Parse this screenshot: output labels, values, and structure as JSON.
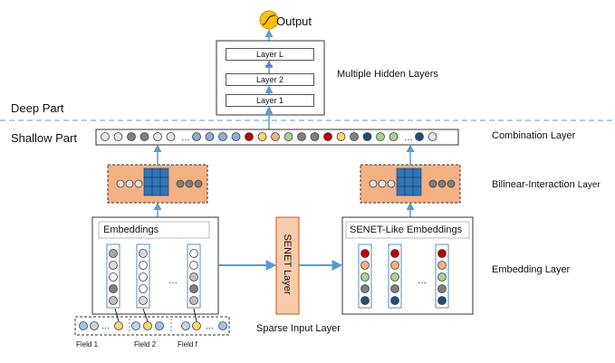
{
  "labels": {
    "output": "Output",
    "hidden_layers": "Multiple Hidden Layers",
    "deep_part": "Deep Part",
    "shallow_part": "Shallow Part",
    "combination_layer": "Combination Layer",
    "bilinear_layer": "Bilinear-Interaction",
    "bilinear_layer_suffix": "Layer",
    "embedding_layer": "Embedding Layer",
    "sparse_input_layer": "Sparse Input Layer",
    "senet_layer": "SENET Layer",
    "embeddings": "Embeddings",
    "senet_embeddings": "SENET-Like Embeddings",
    "field1": "Field 1",
    "field2": "Field 2",
    "fieldf": "Field f"
  },
  "hidden_layers": [
    "Layer L",
    "Layer 2",
    "Layer 1"
  ],
  "ellipsis": "…",
  "colors": {
    "dashed_line": "#7fb0d8",
    "arrow": "#5b9bd5",
    "orange_fill": "#f4b183",
    "senet_fill": "#f8cbad",
    "blue_dot": "#9dc3e6",
    "blue_cube": "#2e75b6",
    "red": "#c00000",
    "orange": "#f4b183",
    "yellow": "#ffd966",
    "green": "#a9d18e",
    "navy": "#1f4e79",
    "grey": "#7f7f7f",
    "light": "#e7e6e6",
    "sigmoid": "#ffc000"
  }
}
